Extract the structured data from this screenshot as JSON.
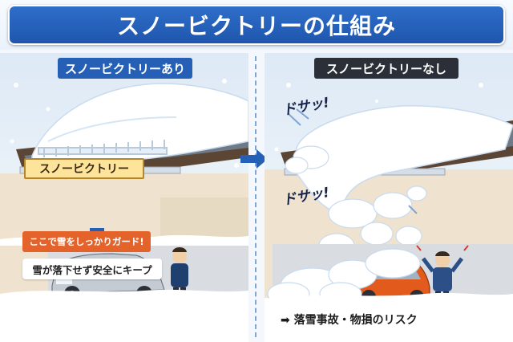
{
  "title": "スノービクトリーの仕組み",
  "left_panel": {
    "label": "スノービクトリーあり",
    "product_callout": "スノービクトリー",
    "guard_callout": "ここで雪をしっかりガード!",
    "keep_callout": "雪が落下せず安全にキープ"
  },
  "right_panel": {
    "label": "スノービクトリーなし",
    "sfx_top": "ドサッ!",
    "sfx_mid": "ドサッ!",
    "risk_text": "➡ 落雪事故・物損のリスク"
  },
  "colors": {
    "title_blue": "#2466c0",
    "label_left": "#2660b6",
    "label_right": "#2b2f38",
    "guard_orange": "#e4632a",
    "product_yellow": "#fde49a"
  }
}
